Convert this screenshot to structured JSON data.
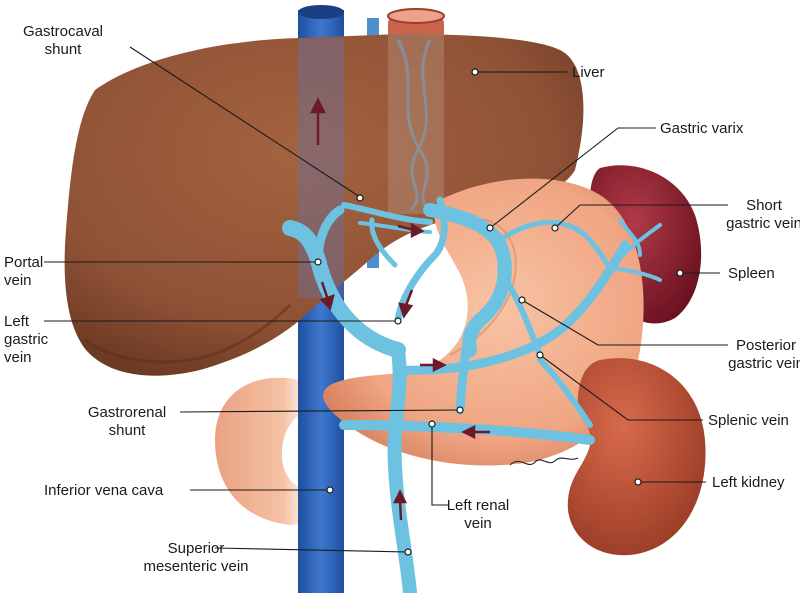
{
  "labels": {
    "gastrocaval_shunt": [
      "Gastrocaval",
      "shunt"
    ],
    "liver": [
      "Liver"
    ],
    "gastric_varix": [
      "Gastric varix"
    ],
    "short_gastric_vein": [
      "Short",
      "gastric vein"
    ],
    "portal_vein": [
      "Portal",
      "vein"
    ],
    "spleen": [
      "Spleen"
    ],
    "left_gastric_vein": [
      "Left",
      "gastric",
      "vein"
    ],
    "posterior_gastric_vein": [
      "Posterior",
      "gastric vein"
    ],
    "gastrorenal_shunt": [
      "Gastrorenal",
      "shunt"
    ],
    "splenic_vein": [
      "Splenic vein"
    ],
    "left_kidney": [
      "Left kidney"
    ],
    "inferior_vena_cava": [
      "Inferior vena cava"
    ],
    "left_renal_vein": [
      "Left renal",
      "vein"
    ],
    "superior_mesenteric_vein": [
      "Superior",
      "mesenteric vein"
    ]
  },
  "colors": {
    "liver": "#8f5236",
    "stomach": "#f0a583",
    "vein_blue": "#6cc2e0",
    "ivc_blue": "#2f63b8",
    "spleen": "#8a1f2c",
    "kidney": "#c0543a",
    "arrow": "#6b1a2c"
  }
}
